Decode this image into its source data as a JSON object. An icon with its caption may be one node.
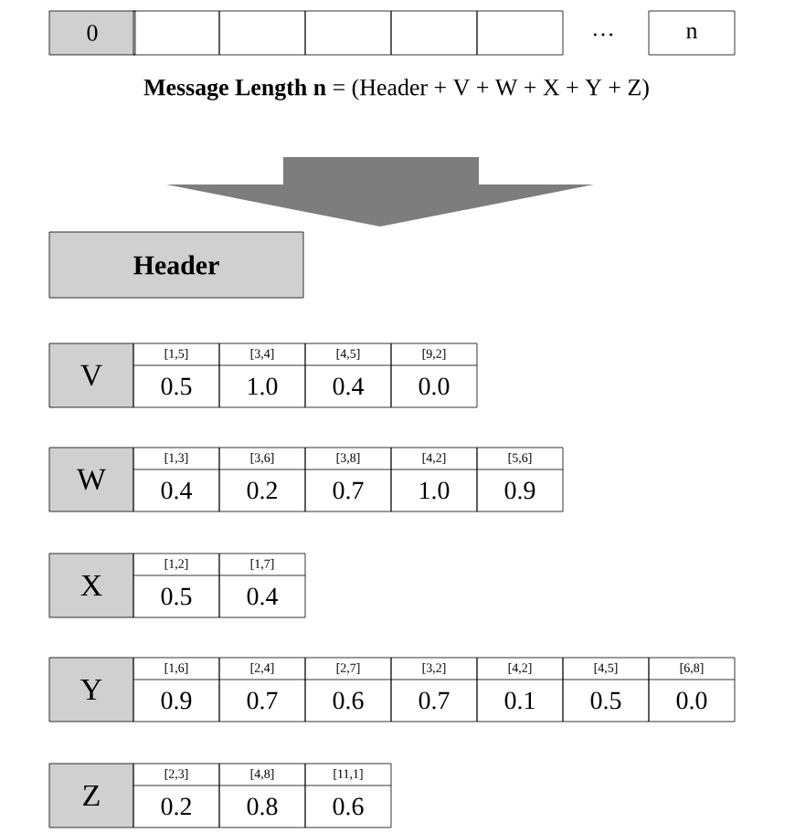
{
  "diagram": {
    "nodes": [
      {
        "text": [
          "0"
        ]
      },
      {
        "text": [],
        "shape": "box"
      },
      {
        "text": [],
        "shape": "box"
      },
      {
        "text": [],
        "shape": "box"
      },
      {
        "text": [],
        "shape": "box"
      },
      {
        "text": [],
        "shape": "box"
      },
      {
        "text": [
          "n"
        ]
      },
      {
        "text": [
          "Header"
        ]
      },
      {
        "text": [
          "V"
        ]
      },
      {
        "text": [
          "[1,5]",
          "0.5"
        ]
      },
      {
        "text": [
          "[3,4]",
          "1.0"
        ]
      },
      {
        "text": [
          "[4,5]",
          "0.4"
        ]
      },
      {
        "text": [
          "[9,2]",
          "0.0"
        ]
      },
      {
        "text": [
          "W"
        ]
      },
      {
        "text": [
          "[1,3]",
          "0.4"
        ]
      },
      {
        "text": [
          "[3,6]",
          "0.2"
        ]
      },
      {
        "text": [
          "[3,8]",
          "0.7"
        ]
      },
      {
        "text": [
          "[4,2]",
          "1.0"
        ]
      },
      {
        "text": [
          "[5,6]",
          "0.9"
        ]
      },
      {
        "text": [
          "X"
        ]
      },
      {
        "text": [
          "[1,2]",
          "0.5"
        ]
      },
      {
        "text": [
          "[1,7]",
          "0.4"
        ]
      },
      {
        "text": [
          "Y"
        ]
      },
      {
        "text": [
          "[1,6]",
          "0.9"
        ]
      },
      {
        "text": [
          "[2,4]",
          "0.7"
        ]
      },
      {
        "text": [
          "[2,7]",
          "0.6"
        ]
      },
      {
        "text": [
          "[3,2]",
          "0.7"
        ]
      },
      {
        "text": [
          "[4,2]",
          "0.1"
        ]
      },
      {
        "text": [
          "[4,5]",
          "0.5"
        ]
      },
      {
        "text": [
          "[6,8]",
          "0.0"
        ]
      },
      {
        "text": [
          "Z"
        ]
      },
      {
        "text": [
          "[2,3]",
          "0.2"
        ]
      },
      {
        "text": [
          "[4,8]",
          "0.8"
        ]
      },
      {
        "text": [
          "[11,1]",
          "0.6"
        ]
      }
    ],
    "labels": [
      "…",
      "**Message Length n** = (Header + V + W + X + Y + Z)"
    ]
  }
}
